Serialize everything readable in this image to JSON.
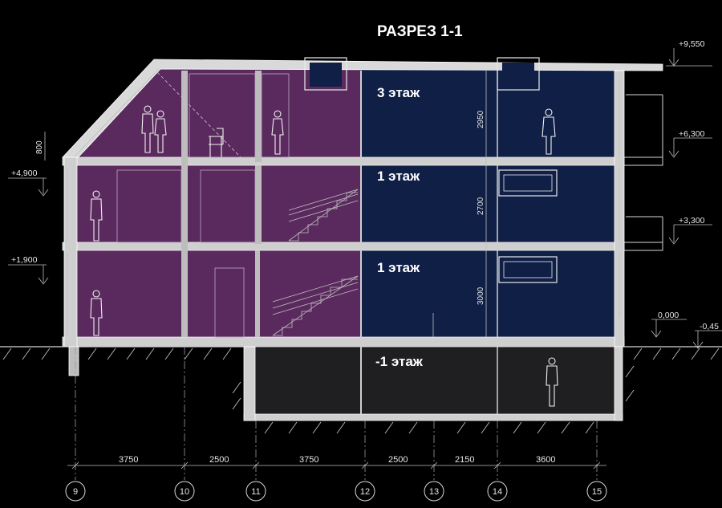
{
  "title": "РАЗРЕЗ 1-1",
  "floors": {
    "third": "3 этаж",
    "second": "1 этаж",
    "first": "1 этаж",
    "basement": "-1 этаж"
  },
  "levels": {
    "roof": "+9,550",
    "l6300": "+6,300",
    "l4900": "+4,900",
    "l3300": "+3,300",
    "l1900": "+1,900",
    "zero": "0,000",
    "ground": "-0,45"
  },
  "vertical_dims": {
    "d800": "800",
    "d2950": "2950",
    "d2700": "2700",
    "d3000": "3000"
  },
  "horizontal_dims": [
    "3750",
    "2500",
    "3750",
    "2500",
    "2150",
    "3600"
  ],
  "axes": [
    "9",
    "10",
    "11",
    "12",
    "13",
    "14",
    "15"
  ],
  "colors": {
    "purple_zone": "#5a2a5e",
    "blue_zone": "#0f1f45",
    "basement_zone": "#1f1f22",
    "background": "#000000"
  }
}
